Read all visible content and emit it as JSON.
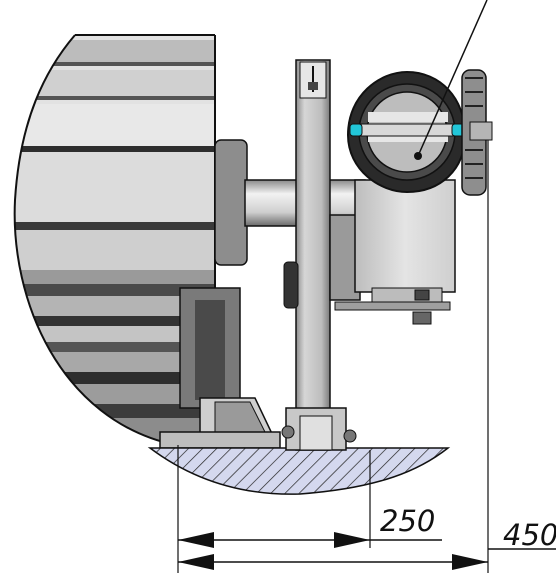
{
  "drawing": {
    "dimensions": [
      {
        "id": "dim-250",
        "value": "250"
      },
      {
        "id": "dim-450",
        "value": "450"
      }
    ],
    "colors": {
      "line": "#111111",
      "steel_light": "#d8d8d8",
      "steel_mid": "#9a9a9a",
      "steel_dark": "#3a3a3a",
      "accent_cyan": "#22c6d8",
      "hatch_fill": "#c8cce8"
    }
  }
}
